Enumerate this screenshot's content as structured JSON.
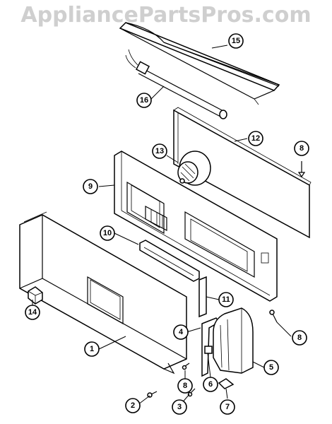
{
  "watermark": "AppliancePartsPros.com",
  "callouts": [
    {
      "id": "15",
      "label": "15"
    },
    {
      "id": "16",
      "label": "16"
    },
    {
      "id": "12",
      "label": "12"
    },
    {
      "id": "13",
      "label": "13"
    },
    {
      "id": "8a",
      "label": "8"
    },
    {
      "id": "9",
      "label": "9"
    },
    {
      "id": "10",
      "label": "10"
    },
    {
      "id": "11",
      "label": "11"
    },
    {
      "id": "14",
      "label": "14"
    },
    {
      "id": "1",
      "label": "1"
    },
    {
      "id": "4",
      "label": "4"
    },
    {
      "id": "8b",
      "label": "8"
    },
    {
      "id": "5",
      "label": "5"
    },
    {
      "id": "8c",
      "label": "8"
    },
    {
      "id": "6",
      "label": "6"
    },
    {
      "id": "2",
      "label": "2"
    },
    {
      "id": "3",
      "label": "3"
    },
    {
      "id": "7",
      "label": "7"
    }
  ]
}
